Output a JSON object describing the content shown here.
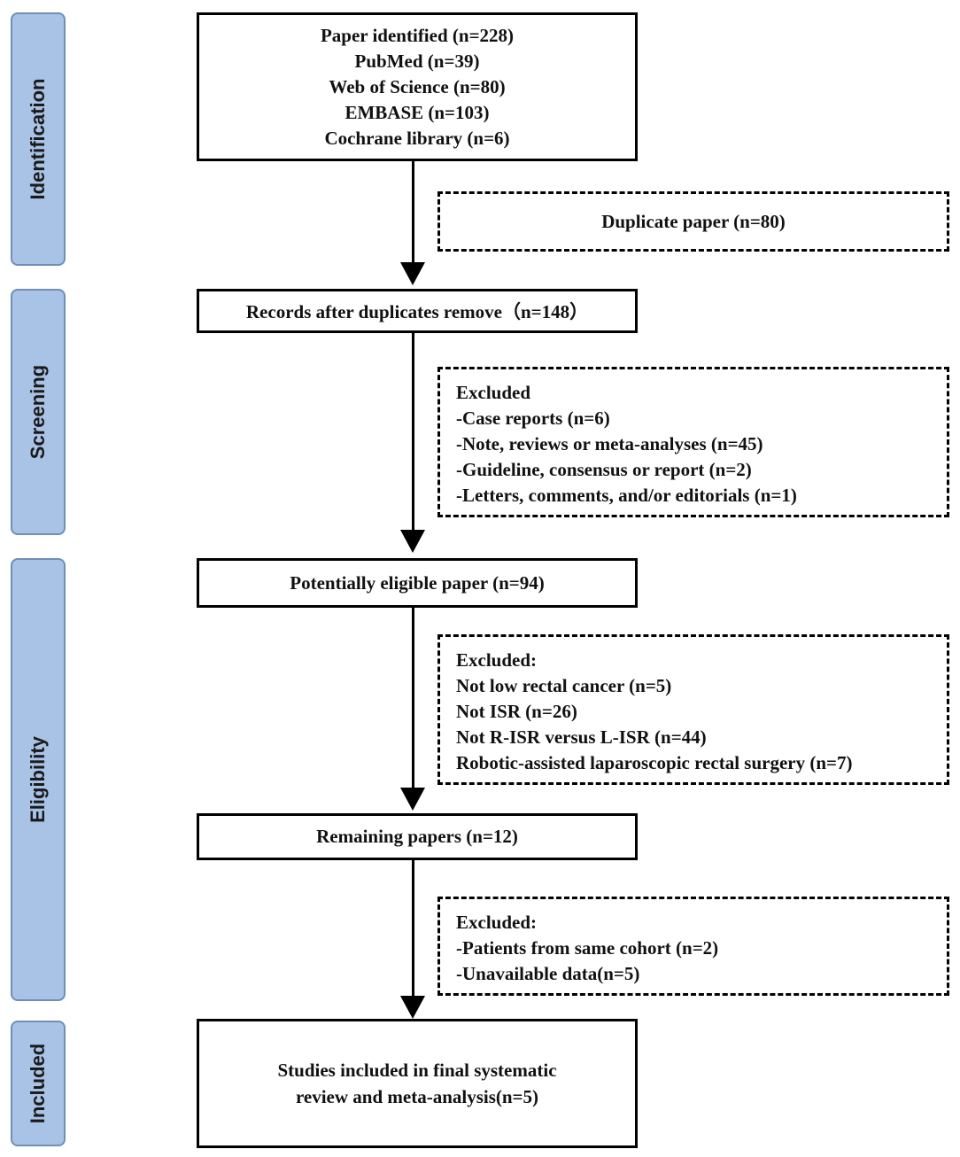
{
  "phases": {
    "identification": "Identification",
    "screening": "Screening",
    "eligibility": "Eligibility",
    "included": "Included"
  },
  "identified": {
    "lines": [
      "Paper identified (n=228)",
      "PubMed (n=39)",
      "Web of Science (n=80)",
      "EMBASE (n=103)",
      "Cochrane library (n=6)"
    ]
  },
  "duplicate": {
    "text": "Duplicate paper (n=80)"
  },
  "after_duplicates": {
    "text": "Records after duplicates remove（n=148）"
  },
  "screen_excluded": {
    "lines": [
      "Excluded",
      "-Case reports (n=6)",
      "-Note, reviews or meta-analyses (n=45)",
      "-Guideline, consensus or report (n=2)",
      "-Letters, comments, and/or editorials (n=1)"
    ]
  },
  "eligible": {
    "text": "Potentially eligible paper (n=94)"
  },
  "eligibility_excluded": {
    "lines": [
      "Excluded:",
      "Not low rectal cancer (n=5)",
      "Not ISR (n=26)",
      "Not R-ISR versus L-ISR (n=44)",
      "Robotic-assisted laparoscopic rectal surgery (n=7)"
    ]
  },
  "remaining": {
    "text": "Remaining papers (n=12)"
  },
  "final_excluded": {
    "lines": [
      "Excluded:",
      "-Patients from same cohort (n=2)",
      "-Unavailable data(n=5)"
    ]
  },
  "included_studies": {
    "lines": [
      "Studies included in final systematic",
      "review and meta-analysis(n=5)"
    ]
  },
  "colors": {
    "phase_fill": "#a9c3e6",
    "phase_border": "#6f8fb8",
    "line": "#000000"
  }
}
